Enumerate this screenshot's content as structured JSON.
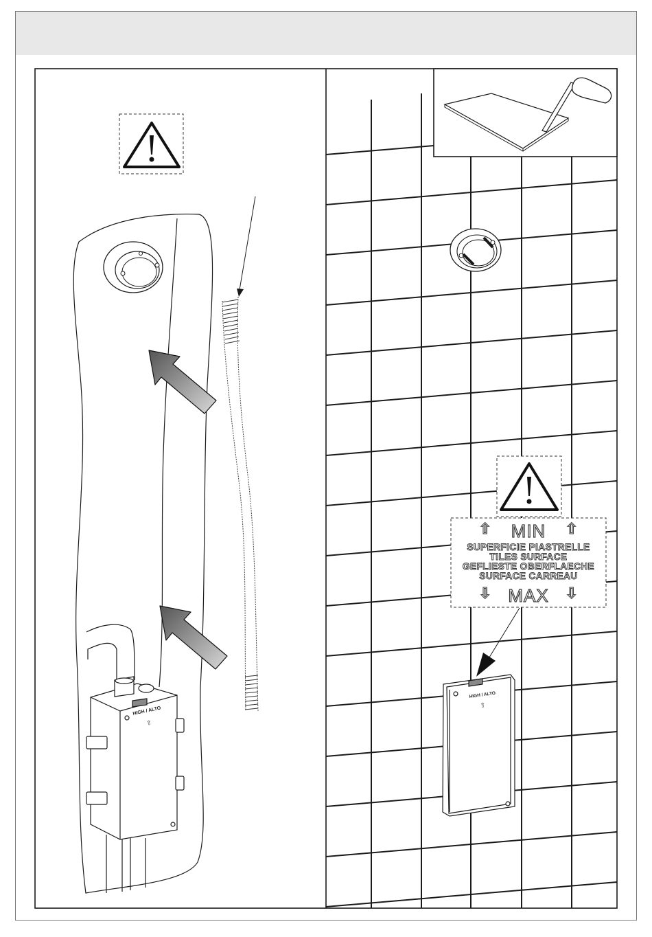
{
  "tile_label": {
    "min": "MIN",
    "lines": [
      "SUPERFICIE PIASTRELLE",
      "TILES SURFACE",
      "GEFLIESTE OBERFLAECHE",
      "SURFACE CARREAU"
    ],
    "max": "MAX",
    "arrow_up": "⇧",
    "arrow_down": "⇩"
  },
  "junction_box": {
    "label": "HIGH / ALTO",
    "arrow": "⇧"
  },
  "icons": [
    "warning-icon",
    "plaster-trowel-icon",
    "flush-box-icon",
    "conduit-icon",
    "junction-box-icon"
  ],
  "colors": {
    "line": "#1a1a1a",
    "header_band": "#e8e8e8",
    "arrow_fill": "#777777"
  }
}
